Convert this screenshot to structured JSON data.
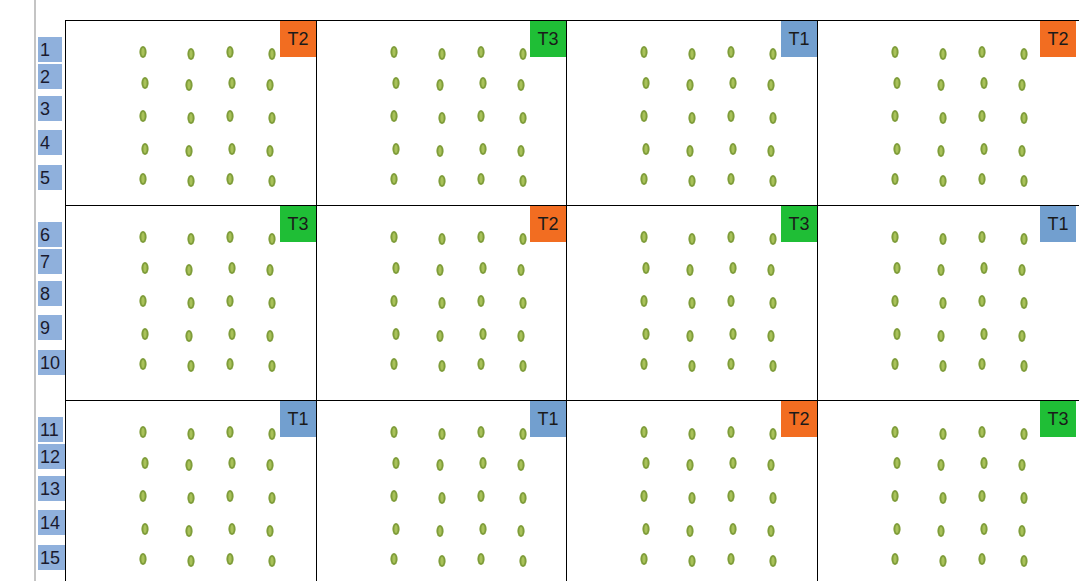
{
  "diagram": {
    "nodes": [
      {
        "text": [
          "1"
        ]
      },
      {
        "text": [
          "2"
        ]
      },
      {
        "text": [
          "3"
        ]
      },
      {
        "text": [
          "4"
        ]
      },
      {
        "text": [
          "5"
        ]
      },
      {
        "text": [
          "T2"
        ]
      },
      {
        "text": [
          "T3"
        ]
      },
      {
        "text": [
          "T1"
        ]
      },
      {
        "text": [
          "T2"
        ]
      },
      {
        "text": [
          "6"
        ]
      },
      {
        "text": [
          "7"
        ]
      },
      {
        "text": [
          "8"
        ]
      },
      {
        "text": [
          "9"
        ]
      },
      {
        "text": [
          "10"
        ]
      },
      {
        "text": [
          "T3"
        ]
      },
      {
        "text": [
          "T2"
        ]
      },
      {
        "text": [
          "T3"
        ]
      },
      {
        "text": [
          "T1"
        ]
      },
      {
        "text": [
          "11"
        ]
      },
      {
        "text": [
          "12"
        ]
      },
      {
        "text": [
          "13"
        ]
      },
      {
        "text": [
          "14"
        ]
      },
      {
        "text": [
          "15"
        ]
      },
      {
        "text": [
          "T1"
        ]
      },
      {
        "text": [
          "T1"
        ]
      },
      {
        "text": [
          "T2"
        ]
      },
      {
        "text": [
          "T3"
        ]
      }
    ]
  }
}
